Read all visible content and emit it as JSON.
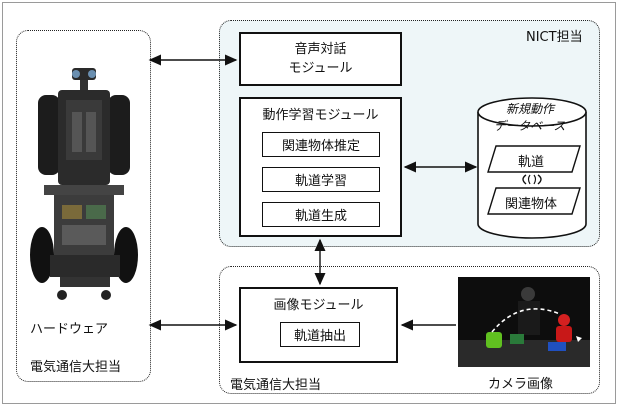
{
  "regions": {
    "hardware_owner": "電気通信大担当",
    "nict_owner": "NICT担当",
    "image_owner": "電気通信大担当"
  },
  "hardware": {
    "label": "ハードウェア"
  },
  "dialogue_module": {
    "line1": "音声対話",
    "line2": "モジュール"
  },
  "motion_module": {
    "title": "動作学習モジュール",
    "items": [
      "関連物体推定",
      "軌道学習",
      "軌道生成"
    ]
  },
  "database": {
    "title_line1": "新規動作",
    "title_line2": "データベース",
    "items": [
      "軌道",
      "関連物体"
    ]
  },
  "image_module": {
    "title": "画像モジュール",
    "items": [
      "軌道抽出"
    ]
  },
  "camera": {
    "label": "カメラ画像"
  }
}
